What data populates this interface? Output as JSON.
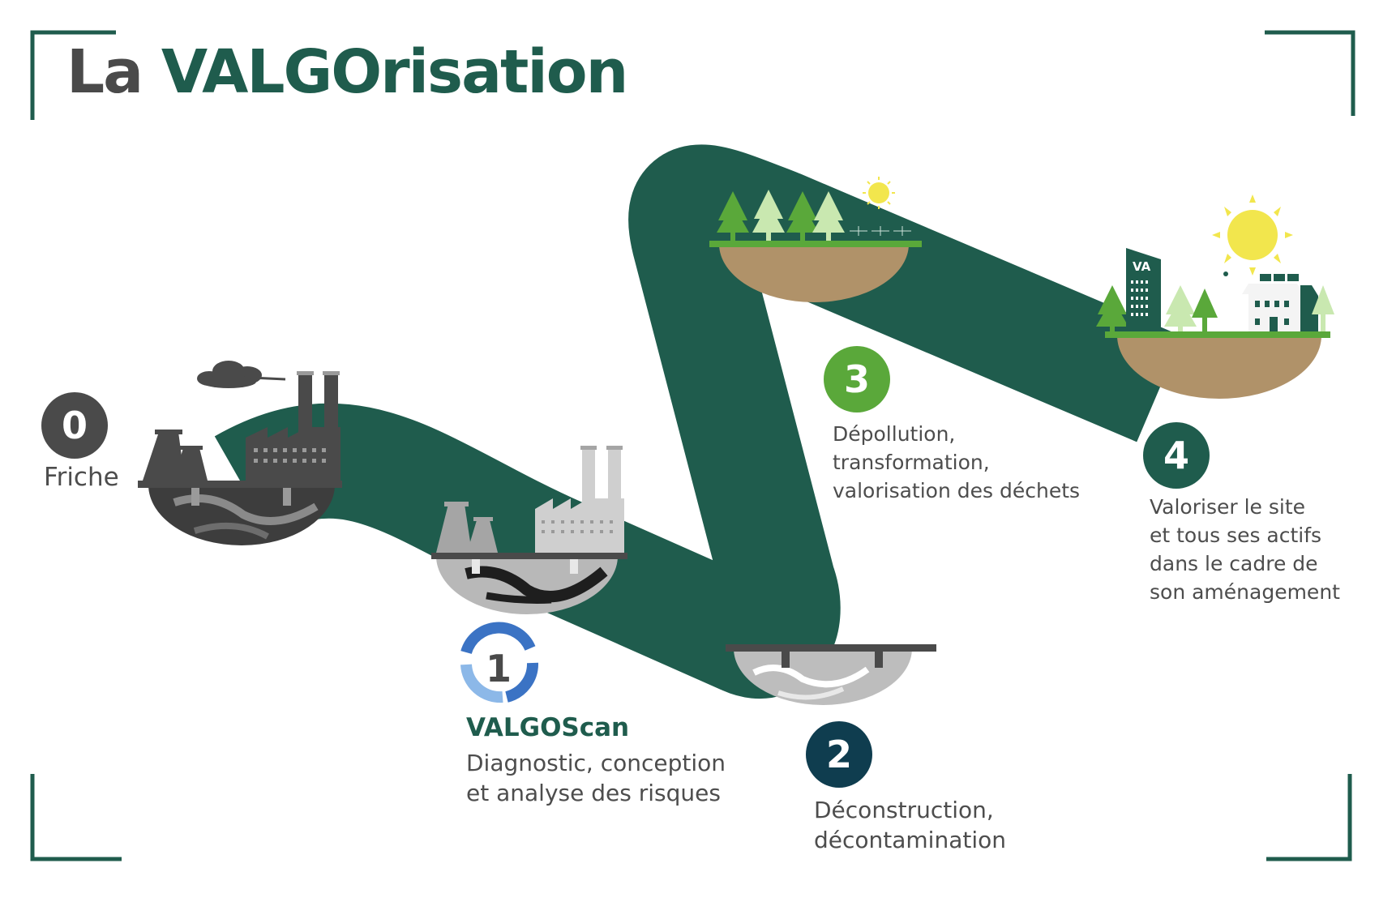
{
  "title": {
    "part1": "La ",
    "part2": "VALGOrisation"
  },
  "colors": {
    "path": "#1f5c4d",
    "step0": "#4a4a4a",
    "step2": "#0f3d4f",
    "step3": "#5aa83a",
    "step4": "#1f5c4d",
    "scan_blue": "#3b73c4",
    "grass": "#5aa83a",
    "soil": "#b09269",
    "sun": "#f2e64d"
  },
  "steps": [
    {
      "number": "0",
      "label": "Friche"
    },
    {
      "number": "1",
      "title": "VALGOScan",
      "label": "Diagnostic, conception\net analyse des risques",
      "icon": "valgoscan-logo-icon"
    },
    {
      "number": "2",
      "label": "Déconstruction,\ndécontamination"
    },
    {
      "number": "3",
      "label": "Dépollution,\ntransformation,\nvalorisation des déchets"
    },
    {
      "number": "4",
      "label": "Valoriser le site\net tous ses actifs\ndans le cadre de\nson aménagement"
    }
  ],
  "building_logo": "VA"
}
